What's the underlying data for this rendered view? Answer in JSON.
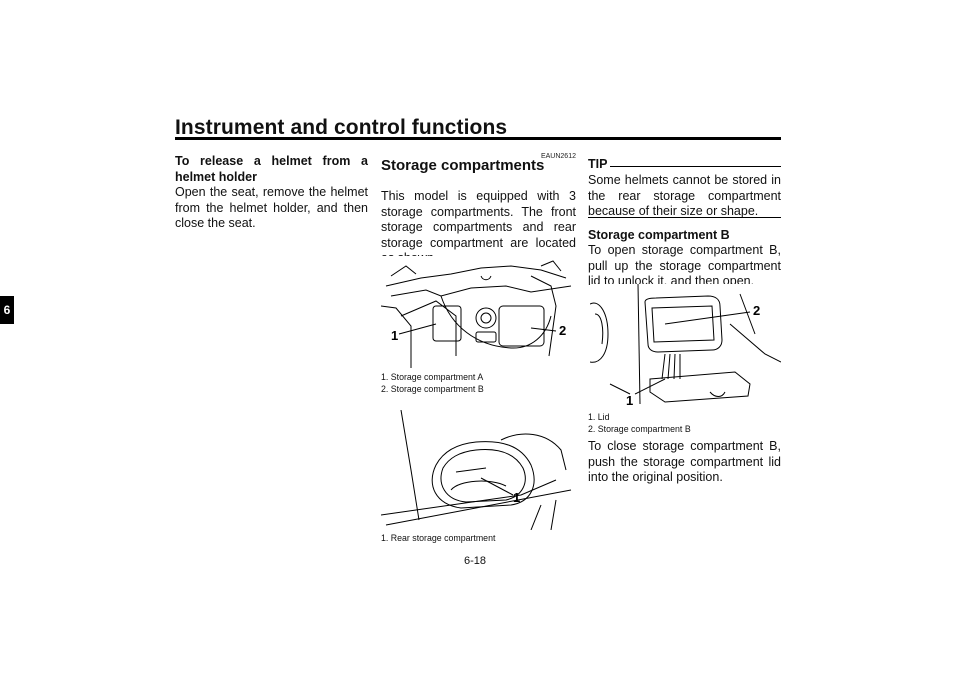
{
  "header": {
    "title": "Instrument and control functions"
  },
  "chapter_tab": "6",
  "col1": {
    "heading": "To release a helmet from a helmet holder",
    "body": "Open the seat, remove the helmet from the helmet holder, and then close the seat."
  },
  "col2": {
    "code": "EAUN2612",
    "heading": "Storage compartments",
    "body": "This model is equipped with 3 storage compartments. The front storage compartments and rear storage compartment are located as shown.",
    "fig1": {
      "callouts": [
        "1",
        "2"
      ],
      "captions": [
        "1. Storage compartment A",
        "2. Storage compartment B"
      ]
    },
    "fig2": {
      "callouts": [
        "1"
      ],
      "captions": [
        "1. Rear storage compartment"
      ]
    }
  },
  "col3": {
    "tip_title": "TIP",
    "tip_body": "Some helmets cannot be stored in the rear storage compartment because of their size or shape.",
    "sub_heading": "Storage compartment B",
    "open_text": "To open storage compartment B, pull up the storage compartment lid to unlock it, and then open.",
    "fig3": {
      "callouts": [
        "1",
        "2"
      ],
      "captions": [
        "1. Lid",
        "2. Storage compartment B"
      ]
    },
    "close_text": "To close storage compartment B, push the storage compartment lid into the original position."
  },
  "footer": {
    "page_number": "6-18"
  }
}
